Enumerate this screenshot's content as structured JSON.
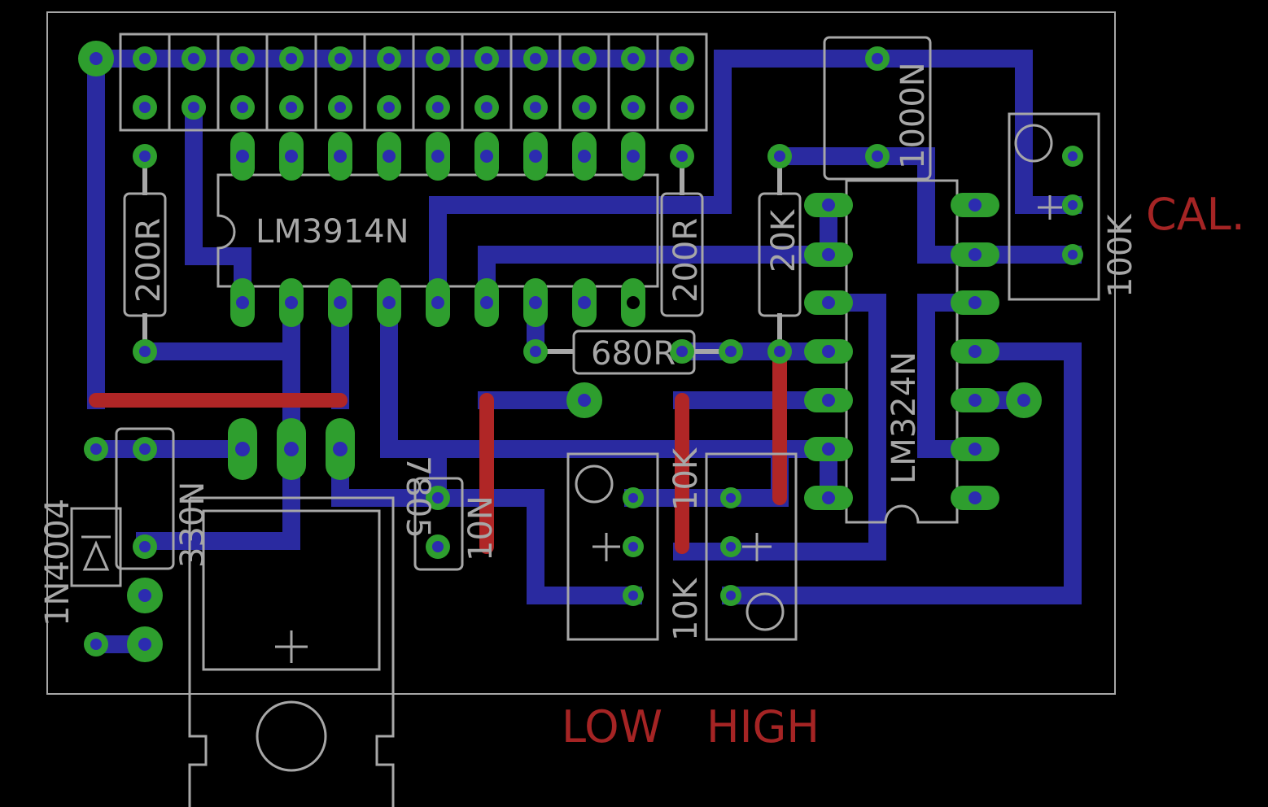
{
  "colors": {
    "background": "#000000",
    "trace_bottom": "#2a2aa0",
    "trace_top": "#b02626",
    "pad": "#2e9e2e",
    "silkscreen": "#a7a7a7",
    "label_red": "#a52424"
  },
  "labels": {
    "lm3914": "LM3914N",
    "lm324": "LM324N",
    "r_left": "200R",
    "r_mid": "200R",
    "r_20k": "20K",
    "r_680": "680R",
    "pot_10k_a": "10K",
    "pot_10k_b": "10K",
    "pot_100k": "100K",
    "cap_1000n": "1000N",
    "cap_330n": "330N",
    "cap_10n": "10N",
    "reg": "7805",
    "diode": "1N4004",
    "cal": "CAL.",
    "low": "LOW",
    "high": "HIGH"
  }
}
